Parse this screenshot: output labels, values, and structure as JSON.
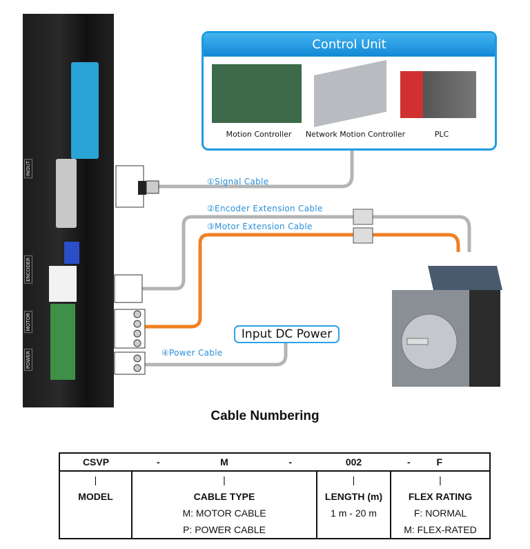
{
  "control_unit": {
    "title": "Control Unit",
    "items": [
      "Motion Controller",
      "Network Motion Controller",
      "PLC"
    ]
  },
  "driver": {
    "ports": [
      "INOUT",
      "ENCODER",
      "MOTOR",
      "POWER"
    ]
  },
  "cables": {
    "signal": "①Signal Cable",
    "encoder": "②Encoder Extension Cable",
    "motor": "③Motor Extension Cable",
    "power": "④Power Cable"
  },
  "power_source": "Input DC Power",
  "colors": {
    "accent": "#1e9be0",
    "motor_cable": "#f07f22",
    "cable": "#b4b4b4"
  },
  "numbering": {
    "title": "Cable Numbering",
    "code": [
      "CSVP",
      "-",
      "M",
      "-",
      "002",
      "-",
      "F"
    ],
    "columns": [
      {
        "marker": "|",
        "heading": "MODEL",
        "lines": []
      },
      {
        "marker": "|",
        "heading": "CABLE TYPE",
        "lines": [
          "M: MOTOR CABLE",
          "P: POWER CABLE"
        ]
      },
      {
        "marker": "|",
        "heading": "LENGTH (m)",
        "lines": [
          "1 m - 20 m"
        ]
      },
      {
        "marker": "|",
        "heading": "FLEX RATING",
        "lines": [
          "F: NORMAL",
          "M: FLEX-RATED"
        ]
      }
    ]
  }
}
